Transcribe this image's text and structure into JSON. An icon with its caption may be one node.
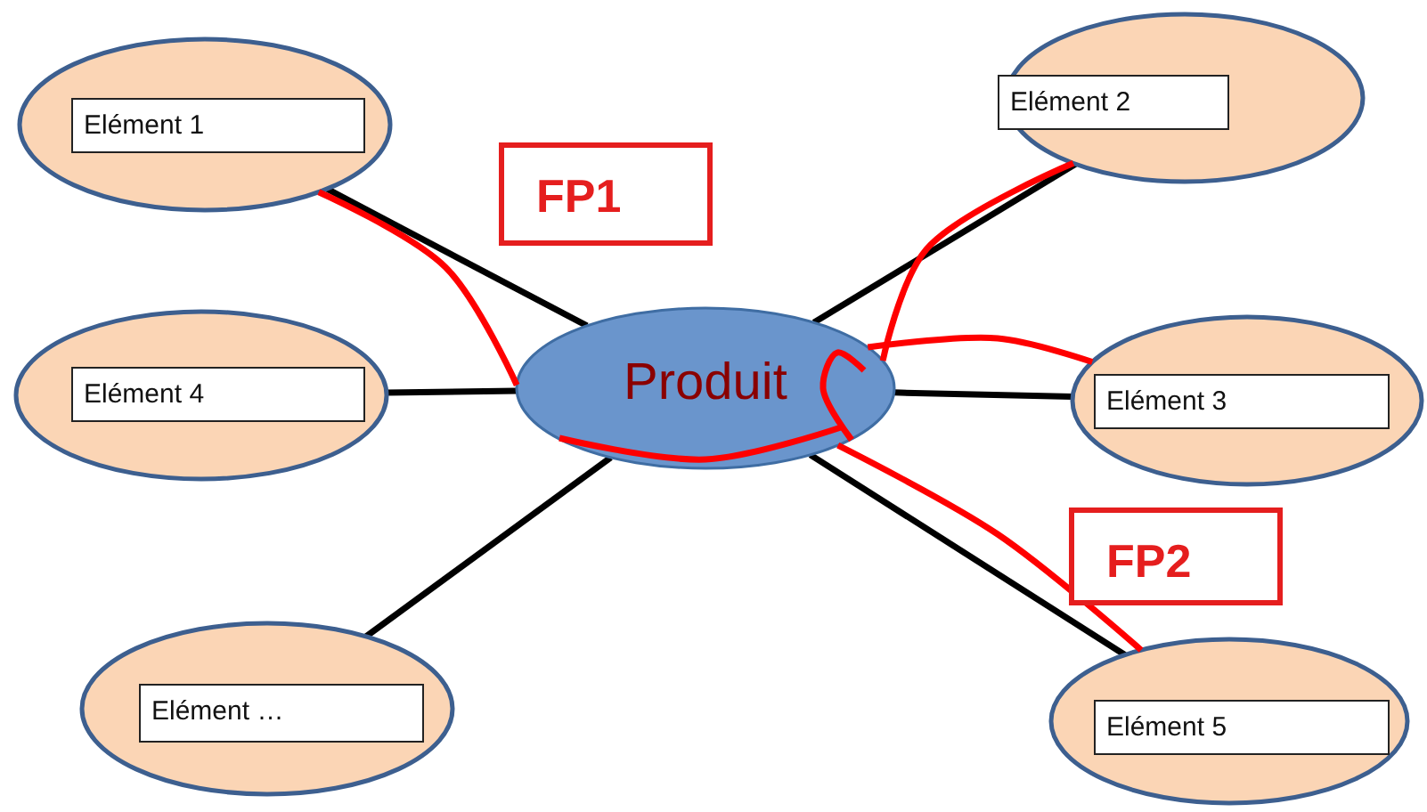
{
  "diagram": {
    "nodes": [
      {
        "text": [
          "Elément 1"
        ]
      },
      {
        "text": [
          "Elément 2"
        ]
      },
      {
        "text": [
          "Produit"
        ]
      },
      {
        "text": [
          "FP1"
        ]
      },
      {
        "text": [
          "Elément 4"
        ]
      },
      {
        "text": [
          "Elément 3"
        ]
      },
      {
        "text": [
          "FP2"
        ]
      },
      {
        "text": [
          "Elément …"
        ]
      },
      {
        "text": [
          "Elément 5"
        ]
      }
    ],
    "edges": [
      {
        "from": 2,
        "to": 0,
        "arrow": "none"
      },
      {
        "from": 2,
        "to": 1,
        "arrow": "none"
      },
      {
        "from": 2,
        "to": 4,
        "arrow": "none"
      },
      {
        "from": 2,
        "to": 5,
        "arrow": "none"
      },
      {
        "from": 2,
        "to": 7,
        "arrow": "none"
      },
      {
        "from": 2,
        "to": 8,
        "arrow": "none"
      },
      {
        "from": 0,
        "to": 2,
        "arrow": "none",
        "color": "#ff0000"
      },
      {
        "from": 2,
        "to": 1,
        "arrow": "none",
        "color": "#ff0000"
      },
      {
        "from": 5,
        "to": 2,
        "arrow": "none",
        "color": "#ff0000"
      },
      {
        "from": 2,
        "to": 8,
        "arrow": "none",
        "color": "#ff0000"
      }
    ]
  }
}
